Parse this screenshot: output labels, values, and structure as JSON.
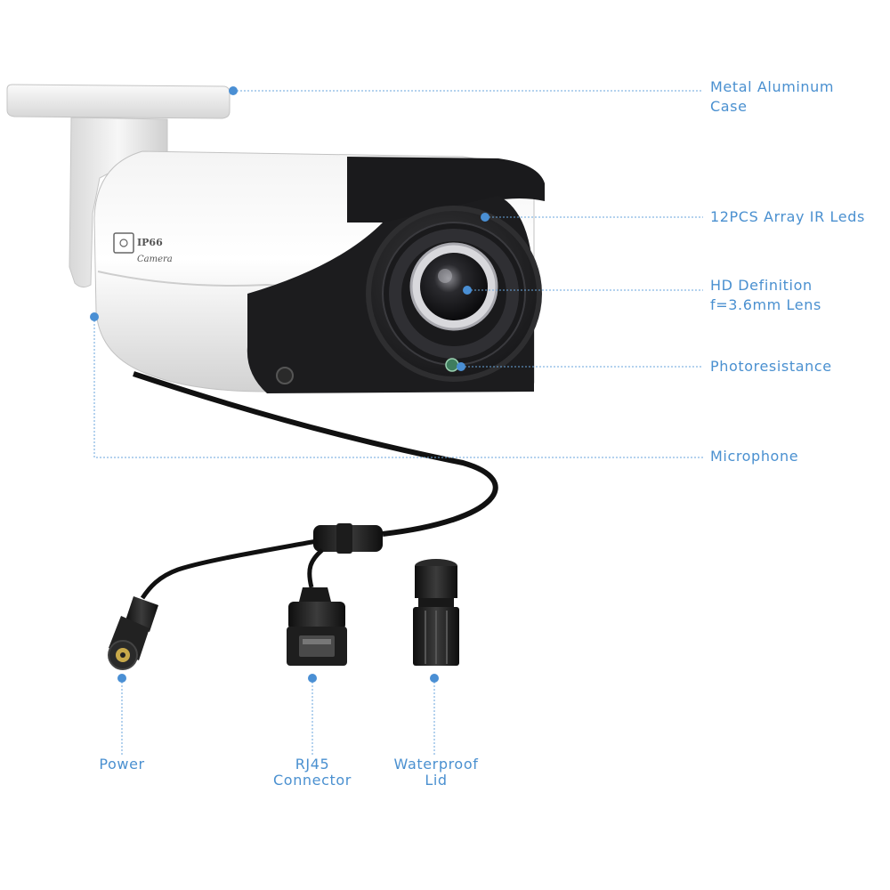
{
  "callouts": {
    "case": {
      "line1": "Metal Aluminum",
      "line2": "Case"
    },
    "ir_leds": {
      "line1": "12PCS Array IR Leds"
    },
    "lens": {
      "line1": "HD Definition",
      "line2": "f=3.6mm Lens"
    },
    "photoresistance": {
      "line1": "Photoresistance"
    },
    "microphone": {
      "line1": "Microphone"
    },
    "power": {
      "line1": "Power"
    },
    "rj45": {
      "line1": "RJ45",
      "line2": "Connector"
    },
    "waterproof_lid": {
      "line1": "Waterproof",
      "line2": "Lid"
    }
  },
  "camera_badge": {
    "rating": "IP66",
    "word": "Camera"
  },
  "colors": {
    "label": "#4a90d0",
    "leader": "#6aa6dc",
    "dot": "#4a8fd4"
  },
  "icons": [
    "ip-camera-illustration",
    "dc-power-plug-icon",
    "rj45-connector-icon",
    "waterproof-lid-icon"
  ]
}
